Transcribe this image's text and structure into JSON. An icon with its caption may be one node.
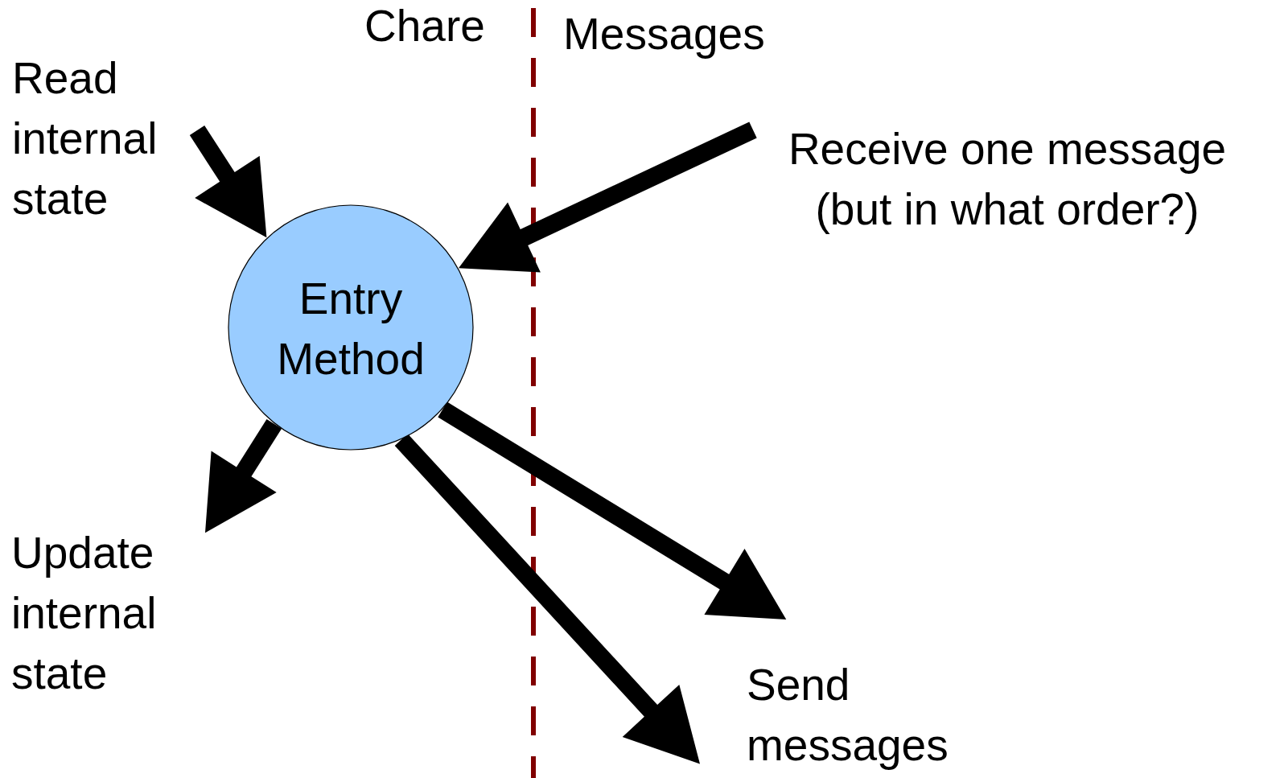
{
  "diagram": {
    "nodes": [
      {
        "text": [
          "Entry Method"
        ]
      },
      {
        "text": [
          "Read internal state"
        ]
      },
      {
        "text": [
          "Receive one message (but in what order?)"
        ]
      },
      {
        "text": [
          "Update internal state"
        ]
      },
      {
        "text": [
          "Send messages"
        ]
      }
    ],
    "edges": [
      {
        "from": 1,
        "to": 0,
        "arrow": "to"
      },
      {
        "from": 2,
        "to": 0,
        "arrow": "to"
      },
      {
        "from": 0,
        "to": 3,
        "arrow": "to"
      },
      {
        "from": 0,
        "to": 4,
        "arrow": "to"
      },
      {
        "from": 0,
        "to": 4,
        "arrow": "to"
      }
    ],
    "labels": [
      "Chare",
      "Messages"
    ]
  }
}
